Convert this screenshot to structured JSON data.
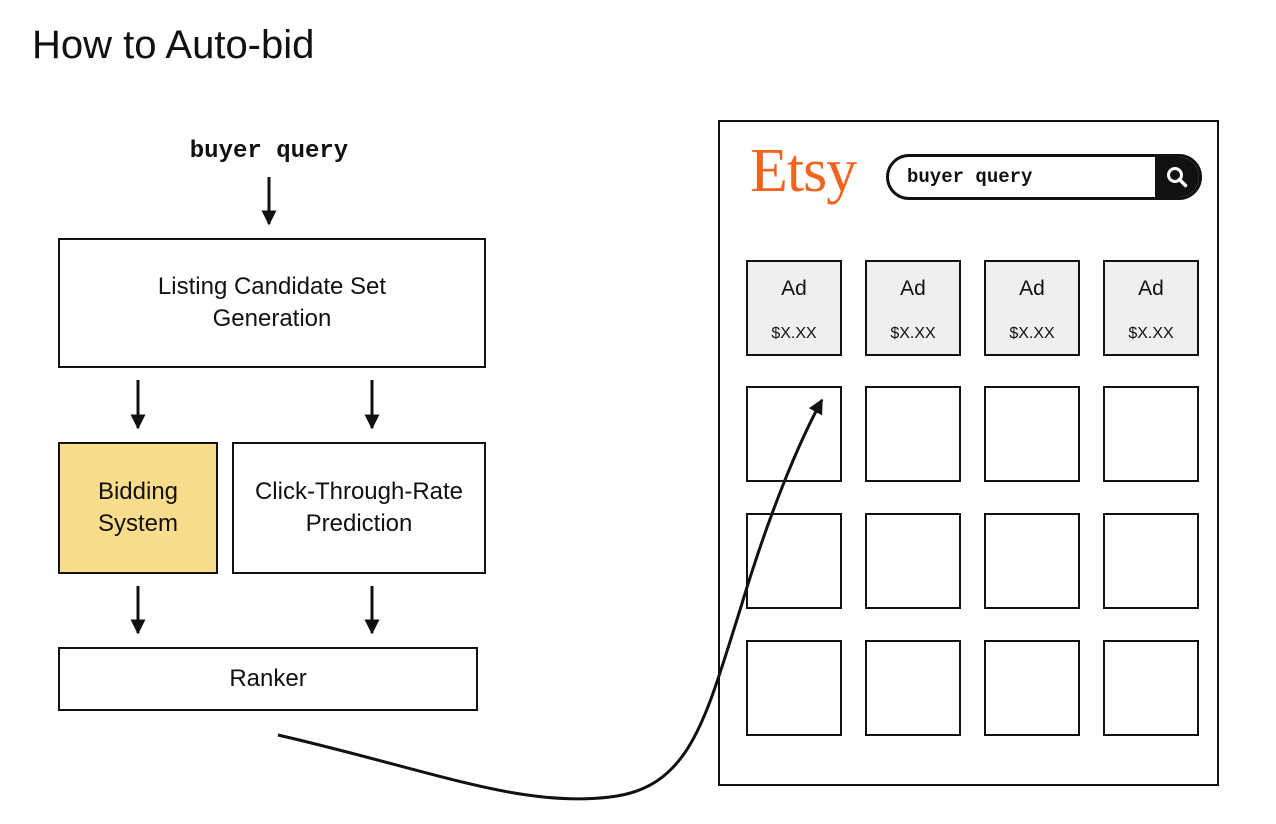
{
  "title": "How to Auto-bid",
  "flow": {
    "query": "buyer query",
    "candidate_line1": "Listing Candidate Set",
    "candidate_line2": "Generation",
    "bidding_line1": "Bidding",
    "bidding_line2": "System",
    "ctr_line1": "Click-Through-Rate",
    "ctr_line2": "Prediction",
    "ranker": "Ranker",
    "bidding_color": "#f9dd8c"
  },
  "mockup": {
    "logo": "Etsy",
    "logo_color": "#f1641e",
    "search_value": "buyer query",
    "search_icon": "search-icon",
    "ads": [
      {
        "label": "Ad",
        "price": "$X.XX"
      },
      {
        "label": "Ad",
        "price": "$X.XX"
      },
      {
        "label": "Ad",
        "price": "$X.XX"
      },
      {
        "label": "Ad",
        "price": "$X.XX"
      }
    ]
  }
}
